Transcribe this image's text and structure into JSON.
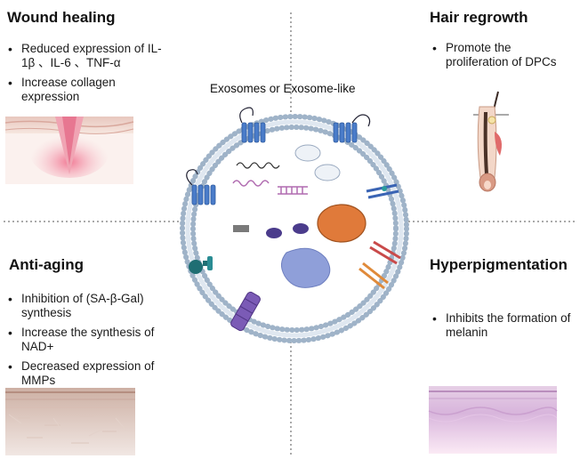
{
  "center": {
    "label": "Exosomes or Exosome-like"
  },
  "quadrants": {
    "wound_healing": {
      "title": "Wound healing",
      "bullets": [
        "Reduced expression of IL-1β 、IL-6 、TNF-α",
        "Increase collagen expression"
      ]
    },
    "hair_regrowth": {
      "title": "Hair regrowth",
      "bullets": [
        "Promote the proliferation of DPCs"
      ]
    },
    "anti_aging": {
      "title": "Anti-aging",
      "bullets": [
        "Inhibition of (SA-β-Gal) synthesis",
        "Increase the synthesis of NAD+",
        "Decreased expression of MMPs"
      ]
    },
    "hyperpigmentation": {
      "title": "Hyperpigmentation",
      "bullets": [
        "Inhibits the formation of melanin"
      ]
    }
  },
  "icons": [
    "skin-wound-icon",
    "hair-follicle-icon",
    "aged-skin-icon",
    "pigmented-skin-icon",
    "exosome-vesicle-icon"
  ],
  "colors": {
    "membrane": "#9fb3c8",
    "receptor_blue": "#4a7cc9",
    "organelle_orange": "#e07a3a",
    "protein_purple": "#4b3c8c",
    "teal": "#1f6e73"
  }
}
